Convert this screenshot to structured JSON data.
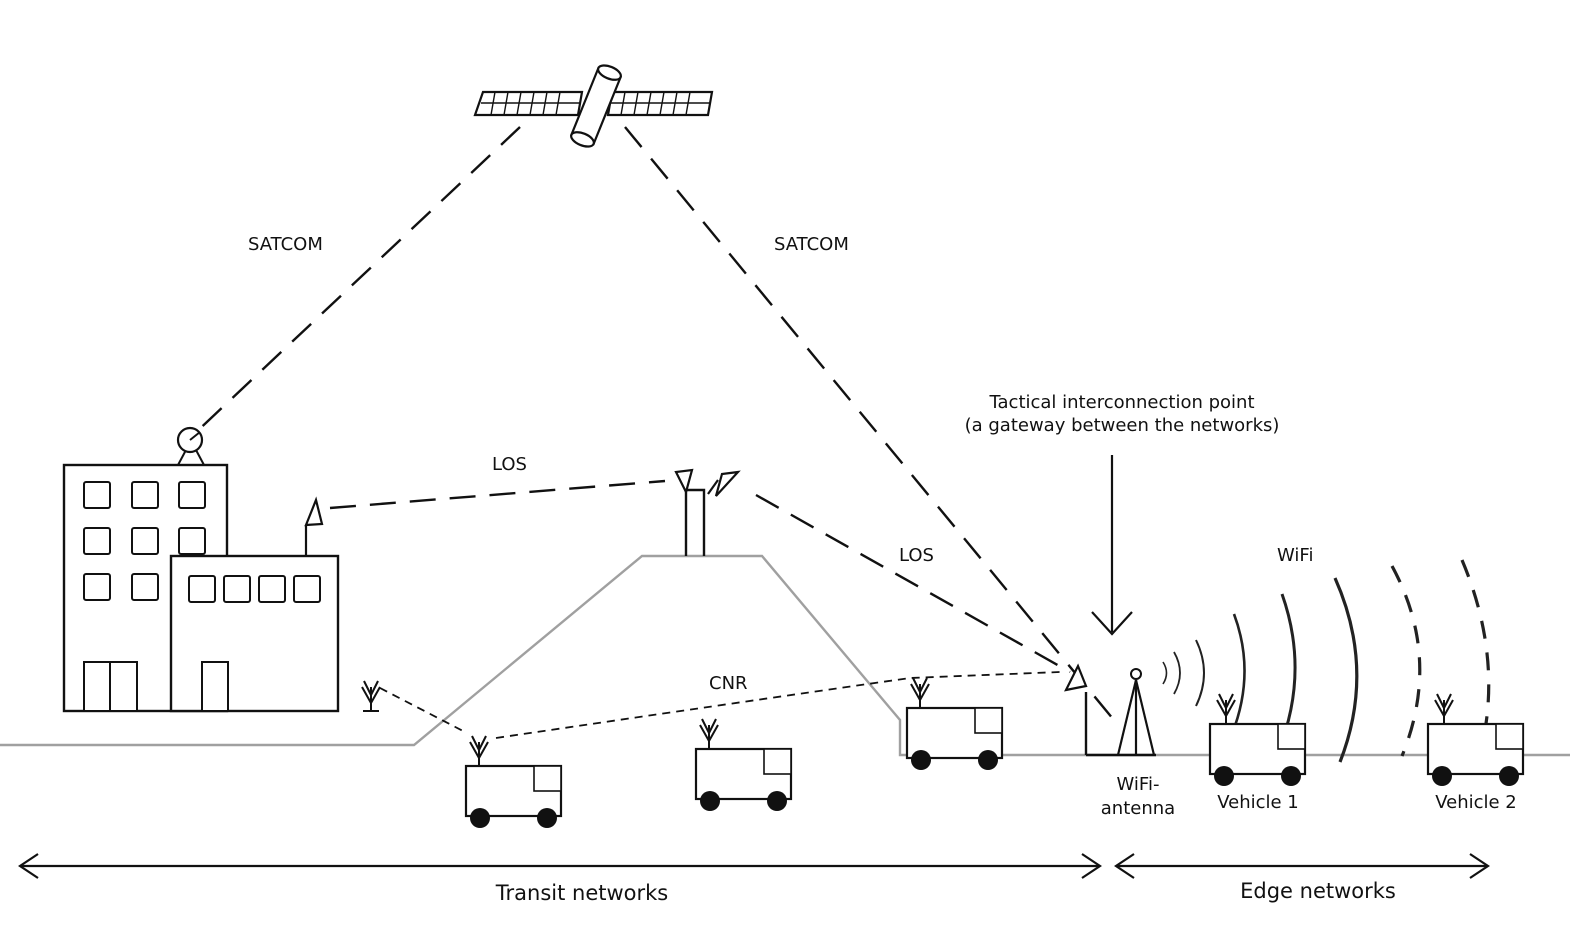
{
  "diagram": {
    "labels": {
      "satcom_left": "SATCOM",
      "satcom_right": "SATCOM",
      "los_left": "LOS",
      "los_right": "LOS",
      "cnr": "CNR",
      "wifi": "WiFi",
      "tip_line1": "Tactical interconnection point",
      "tip_line2": "(a gateway between the networks)",
      "wifi_antenna_line1": "WiFi-",
      "wifi_antenna_line2": "antenna",
      "vehicle1": "Vehicle 1",
      "vehicle2": "Vehicle 2",
      "transit_networks": "Transit networks",
      "edge_networks": "Edge networks"
    },
    "colors": {
      "line": "#111111",
      "terrain": "#a0a0a0",
      "background": "#ffffff"
    }
  }
}
